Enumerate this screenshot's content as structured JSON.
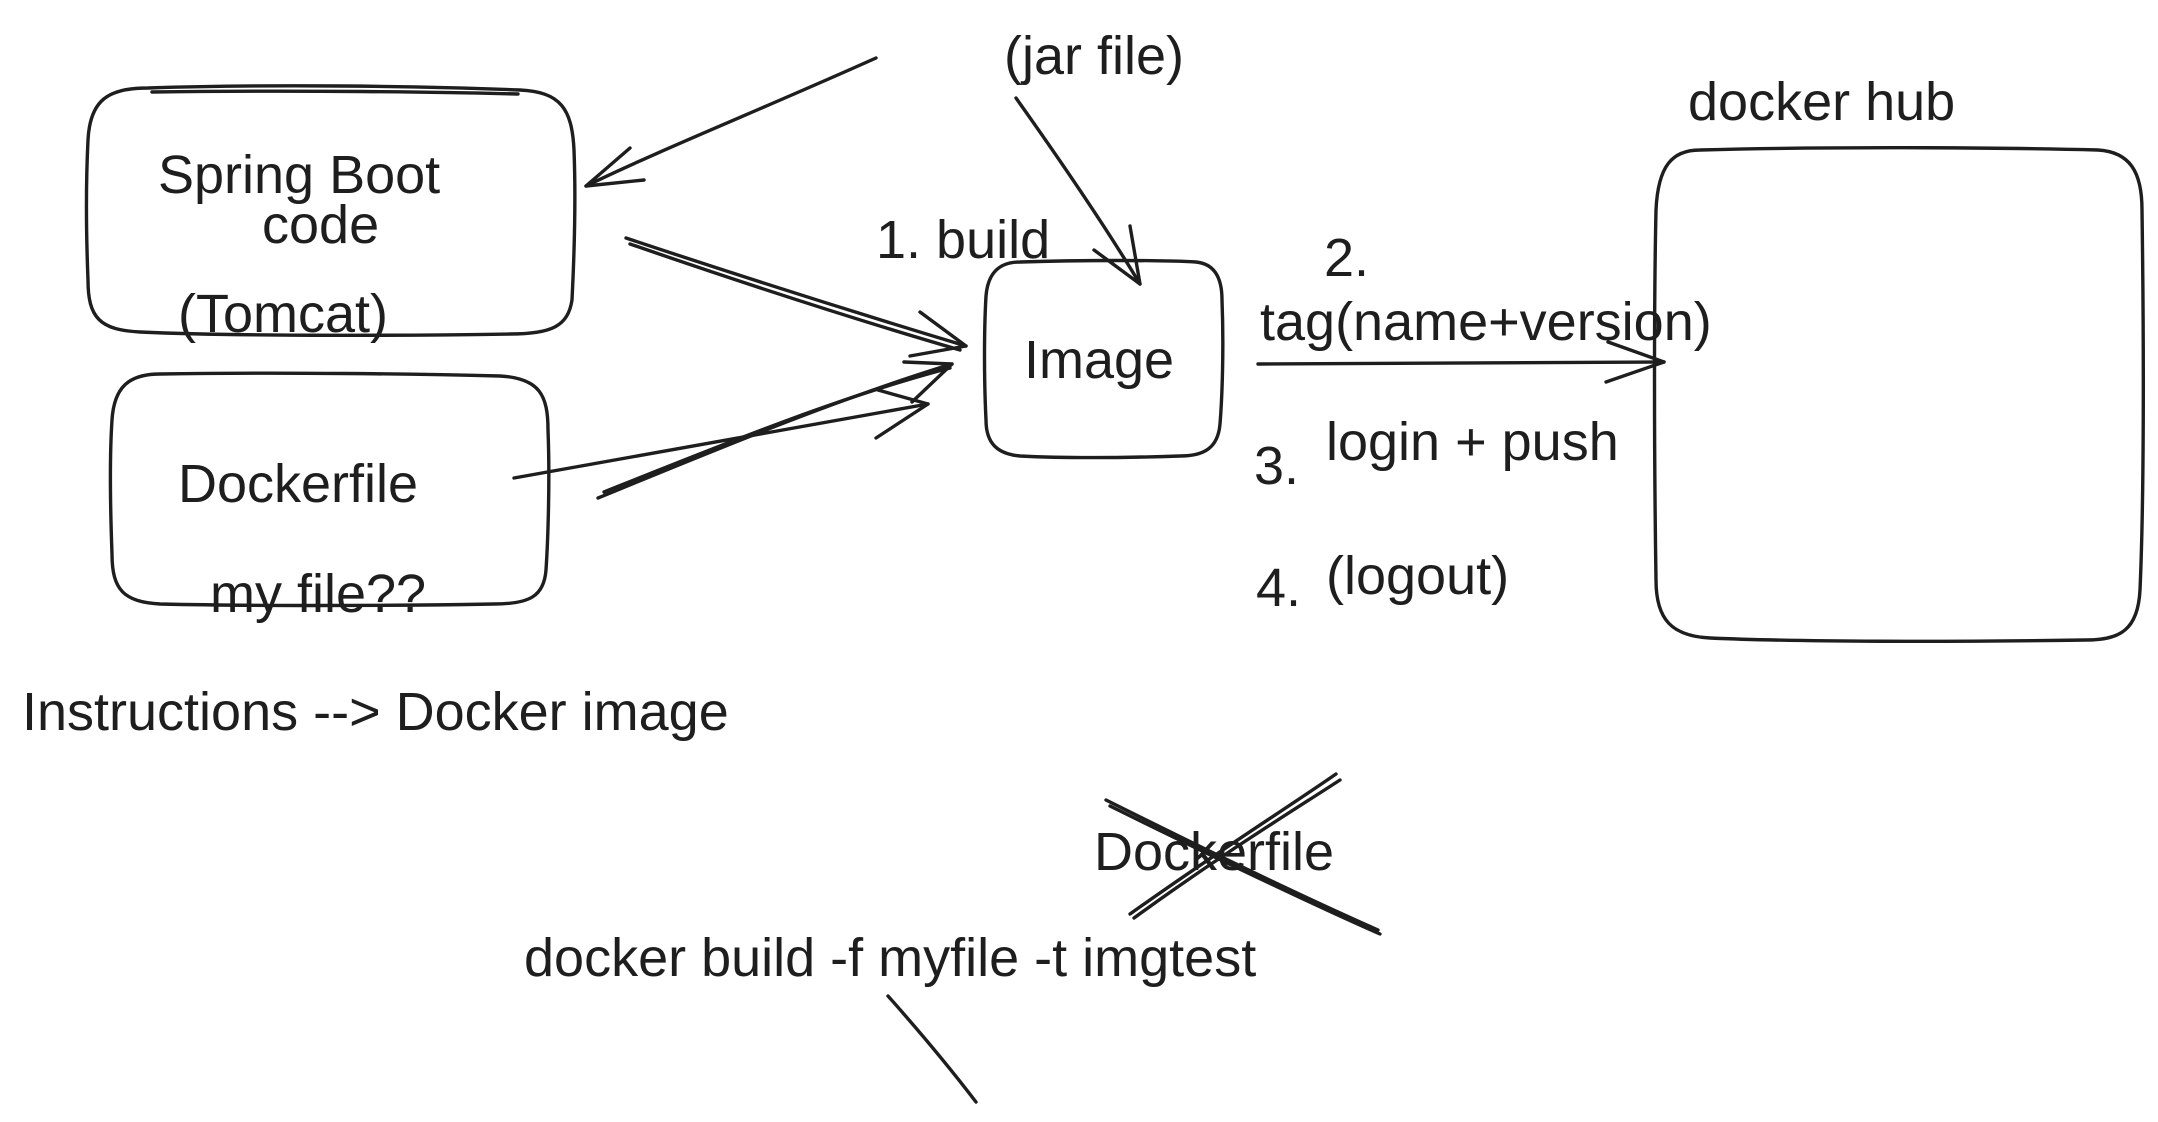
{
  "labels": {
    "spring_line1": "Spring Boot",
    "spring_line2": "code",
    "tomcat": "(Tomcat)",
    "dockerfile": "Dockerfile",
    "my_file": "my file??",
    "jar_file": "(jar file)",
    "build": "1. build",
    "image": "Image",
    "docker_hub": "docker hub",
    "step2_num": "2.",
    "step2_text": "tag(name+version)",
    "step3_num": "3.",
    "step3_text": "login + push",
    "step4_num": "4.",
    "step4_text": "(logout)",
    "instructions": "Instructions --> Docker image",
    "crossed_dockerfile": "Dockerfile",
    "command": "docker build -f myfile -t imgtest"
  },
  "colors": {
    "stroke": "#1e1e1e",
    "background": "#ffffff"
  }
}
